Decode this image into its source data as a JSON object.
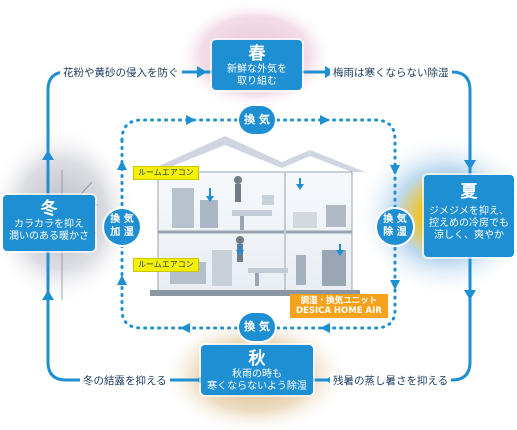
{
  "seasons": {
    "spring": {
      "title": "春",
      "desc_line1": "新鮮な外気を",
      "desc_line2": "取り組む"
    },
    "summer": {
      "title": "夏",
      "desc_line1": "ジメジメを抑え、",
      "desc_line2": "控えめの冷房でも",
      "desc_line3": "涼しく、爽やか"
    },
    "autumn": {
      "title": "秋",
      "desc_line1": "秋雨の時も",
      "desc_line2": "寒くならないよう除湿"
    },
    "winter": {
      "title": "冬",
      "desc_line1": "カラカラを抑え",
      "desc_line2": "潤いのある暖かさ"
    }
  },
  "captions": {
    "top_left": "花粉や黄砂の侵入を防ぐ",
    "top_right": "梅雨は寒くならない除湿",
    "bottom_left": "冬の結露を抑える",
    "bottom_right": "残暑の蒸し暑さを抑える"
  },
  "badges": {
    "ventilation_top": "換 気",
    "ventilation_bottom": "換 気",
    "left_line1": "換 気",
    "left_line2": "加 湿",
    "right_line1": "換 気",
    "right_line2": "除 湿"
  },
  "house_labels": {
    "room_ac_upper": "ルームエアコン",
    "room_ac_lower": "ルームエアコン",
    "unit_line1": "調湿・換気ユニット",
    "unit_line2": "DESICA HOME AIR"
  },
  "colors": {
    "accent": "#1f8fd3",
    "label_yellow": "#f4f000",
    "label_orange": "#f7a21b"
  }
}
